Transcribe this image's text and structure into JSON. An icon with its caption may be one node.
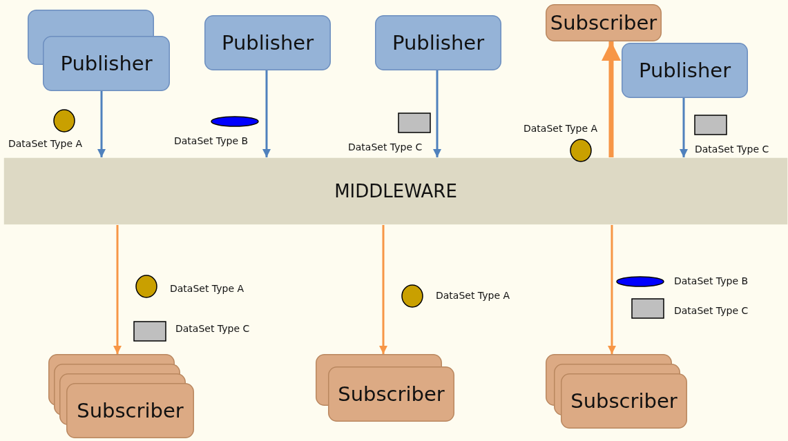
{
  "diagram": {
    "nodes": [
      {
        "text": [
          "Publisher"
        ]
      },
      {
        "text": [
          "Publisher"
        ]
      },
      {
        "text": [
          "Publisher"
        ]
      },
      {
        "text": [
          "Subscriber"
        ]
      },
      {
        "text": [
          "Publisher"
        ]
      },
      {
        "text": [
          "MIDDLEWARE"
        ]
      },
      {
        "text": [
          "Subscriber"
        ]
      },
      {
        "text": [
          "Subscriber"
        ]
      },
      {
        "text": [
          "Subscriber"
        ]
      }
    ],
    "edges": [
      {
        "from": 0,
        "to": 5,
        "arrow": "to",
        "color": "#4f81bd"
      },
      {
        "from": 1,
        "to": 5,
        "arrow": "to",
        "color": "#4f81bd"
      },
      {
        "from": 2,
        "to": 5,
        "arrow": "to",
        "color": "#4f81bd"
      },
      {
        "from": 5,
        "to": 3,
        "arrow": "to",
        "color": "#f79646",
        "style": "thick"
      },
      {
        "from": 4,
        "to": 5,
        "arrow": "to",
        "color": "#4f81bd"
      },
      {
        "from": 5,
        "to": 6,
        "arrow": "to",
        "color": "#f79646"
      },
      {
        "from": 5,
        "to": 7,
        "arrow": "to",
        "color": "#f79646"
      },
      {
        "from": 5,
        "to": 8,
        "arrow": "to",
        "color": "#f79646"
      }
    ],
    "labels": [
      "DataSet Type A",
      "DataSet Type B",
      "DataSet Type C",
      "DataSet Type A",
      "DataSet Type C",
      "DataSet Type A",
      "DataSet Type C",
      "DataSet Type A",
      "DataSet Type B",
      "DataSet Type C"
    ]
  }
}
